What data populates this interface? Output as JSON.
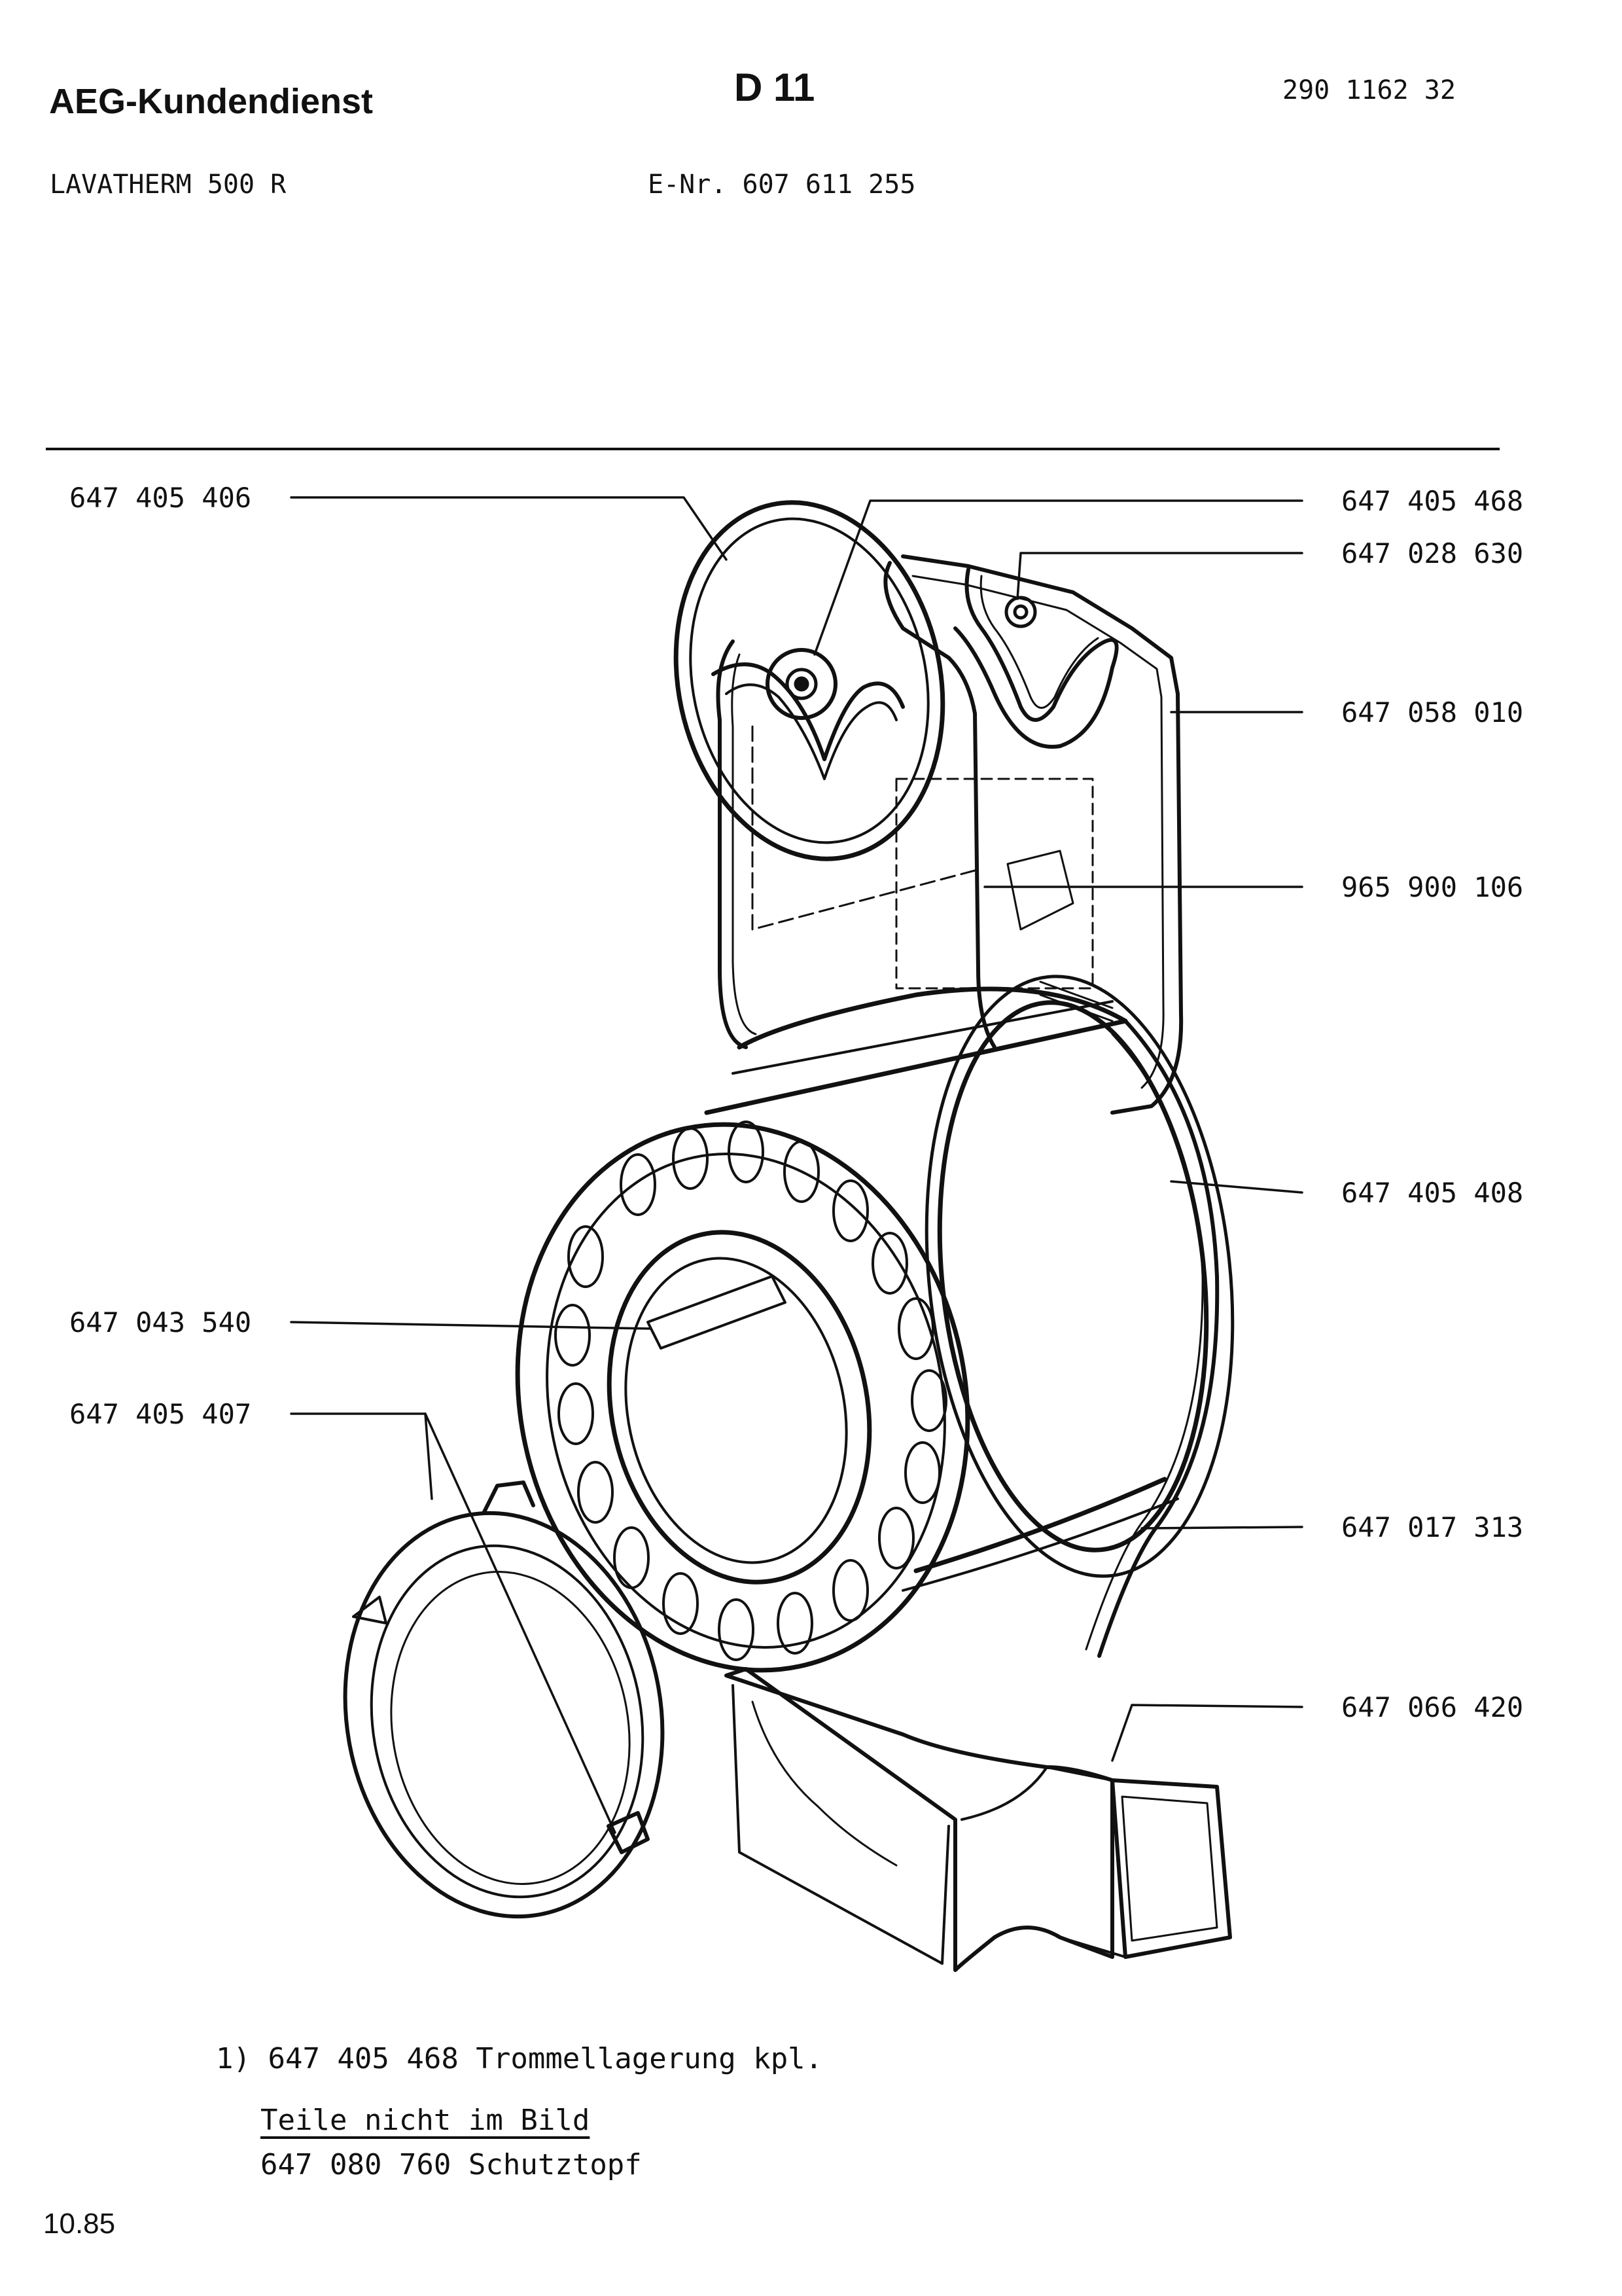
{
  "header": {
    "brand": "AEG-Kundendienst",
    "doc_code": "D 11",
    "doc_number": "290 1162 32",
    "model": "LAVATHERM  500 R",
    "e_nr": "E-Nr. 607 611 255"
  },
  "parts": [
    {
      "id": "p1",
      "number": "647 405 406"
    },
    {
      "id": "p2",
      "number": "647 405 468"
    },
    {
      "id": "p3",
      "number": "647 028 630"
    },
    {
      "id": "p4",
      "number": "647 058 010"
    },
    {
      "id": "p5",
      "number": "965 900 106"
    },
    {
      "id": "p6",
      "number": "647 405 408"
    },
    {
      "id": "p7",
      "number": "647 043 540"
    },
    {
      "id": "p8",
      "number": "647 405 407"
    },
    {
      "id": "p9",
      "number": "647 017 313"
    },
    {
      "id": "p10",
      "number": "647 066 420"
    }
  ],
  "footer": {
    "note": "1) 647 405 468  Trommellagerung kpl.",
    "not_shown_heading": "Teile nicht im Bild",
    "not_shown_part": "647 080 760  Schutztopf",
    "date": "10.85"
  }
}
